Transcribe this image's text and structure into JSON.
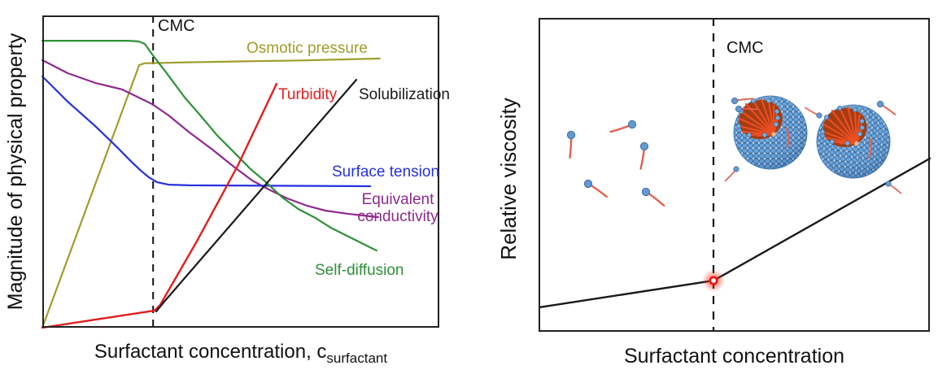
{
  "figure": {
    "left_panel": {
      "y_axis_label": "Magnitude of physical property",
      "x_axis_label_main": "Surfactant concentration, c",
      "x_axis_label_sub": "surfactant",
      "cmc_label": "CMC",
      "curve_labels": {
        "osmotic_pressure": "Osmotic pressure",
        "turbidity": "Turbidity",
        "solubilization": "Solubilization",
        "surface_tension": "Surface tension",
        "equivalent_line1": "Equivalent",
        "equivalent_line2": "conductivity",
        "self_diffusion": "Self-diffusion"
      }
    },
    "right_panel": {
      "y_axis_label": "Relative viscosity",
      "x_axis_label": "Surfactant concentration",
      "cmc_label": "CMC"
    },
    "colors": {
      "osmotic_pressure": "#9f9d2b",
      "turbidity": "#e01f1f",
      "solubilization": "#1a1a1a",
      "surface_tension": "#2530dd",
      "equivalent_conductivity": "#8e2a8e",
      "self_diffusion": "#2e9038",
      "viscosity_line": "#1a1a1a",
      "kink_marker": "#ee1111",
      "surfactant_head": "#639ad2",
      "surfactant_tail": "#e2604d",
      "micelle_core": "#a63c12"
    }
  },
  "chart_data": [
    {
      "id": "physical-properties",
      "type": "line",
      "title": "",
      "xlabel": "Surfactant concentration, c_surfactant",
      "ylabel": "Magnitude of physical property",
      "axes_unitless": true,
      "xlim": [
        0,
        1
      ],
      "ylim": [
        0,
        1
      ],
      "grid": false,
      "legend_position": "inline-labels",
      "cmc_x": 0.279,
      "annotations": [
        {
          "text": "CMC",
          "x": 0.279,
          "style": "dashed-vertical-line"
        }
      ],
      "series": [
        {
          "id": "osmotic-pressure",
          "name": "Osmotic pressure",
          "color": "#9f9d2b",
          "points": [
            [
              0,
              0
            ],
            [
              0.244,
              0.841
            ],
            [
              0.258,
              0.847
            ],
            [
              0.369,
              0.85
            ],
            [
              0.512,
              0.853
            ],
            [
              0.656,
              0.856
            ],
            [
              0.85,
              0.862
            ]
          ]
        },
        {
          "id": "equivalent-conductivity",
          "name": "Equivalent conductivity",
          "color": "#8e2a8e",
          "points": [
            [
              0,
              0.857
            ],
            [
              0.064,
              0.815
            ],
            [
              0.133,
              0.784
            ],
            [
              0.201,
              0.763
            ],
            [
              0.248,
              0.734
            ],
            [
              0.277,
              0.716
            ],
            [
              0.318,
              0.68
            ],
            [
              0.371,
              0.625
            ],
            [
              0.426,
              0.573
            ],
            [
              0.482,
              0.516
            ],
            [
              0.529,
              0.471
            ],
            [
              0.57,
              0.443
            ],
            [
              0.617,
              0.414
            ],
            [
              0.666,
              0.391
            ],
            [
              0.713,
              0.375
            ],
            [
              0.768,
              0.365
            ],
            [
              0.846,
              0.354
            ]
          ]
        },
        {
          "id": "surface-tension",
          "name": "Surface tension",
          "color": "#2530dd",
          "points": [
            [
              0,
              0.805
            ],
            [
              0.064,
              0.724
            ],
            [
              0.133,
              0.646
            ],
            [
              0.186,
              0.581
            ],
            [
              0.221,
              0.536
            ],
            [
              0.248,
              0.503
            ],
            [
              0.268,
              0.482
            ],
            [
              0.289,
              0.466
            ],
            [
              0.318,
              0.458
            ],
            [
              0.371,
              0.456
            ],
            [
              0.826,
              0.453
            ]
          ]
        },
        {
          "id": "self-diffusion",
          "name": "Self-diffusion",
          "color": "#2e9038",
          "points": [
            [
              0,
              0.919
            ],
            [
              0.215,
              0.919
            ],
            [
              0.242,
              0.917
            ],
            [
              0.258,
              0.909
            ],
            [
              0.277,
              0.875
            ],
            [
              0.318,
              0.807
            ],
            [
              0.359,
              0.737
            ],
            [
              0.4,
              0.677
            ],
            [
              0.441,
              0.615
            ],
            [
              0.482,
              0.563
            ],
            [
              0.523,
              0.51
            ],
            [
              0.559,
              0.471
            ],
            [
              0.605,
              0.417
            ],
            [
              0.645,
              0.38
            ],
            [
              0.687,
              0.352
            ],
            [
              0.727,
              0.32
            ],
            [
              0.768,
              0.294
            ],
            [
              0.809,
              0.268
            ],
            [
              0.842,
              0.247
            ]
          ]
        },
        {
          "id": "turbidity",
          "name": "Turbidity",
          "color": "#e01f1f",
          "points": [
            [
              0,
              0
            ],
            [
              0.283,
              0.055
            ],
            [
              0.297,
              0.073
            ],
            [
              0.389,
              0.276
            ],
            [
              0.492,
              0.518
            ],
            [
              0.59,
              0.781
            ]
          ]
        },
        {
          "id": "solubilization",
          "name": "Solubilization",
          "color": "#1a1a1a",
          "points": [
            [
              0.287,
              0.052
            ],
            [
              0.307,
              0.083
            ],
            [
              0.791,
              0.794
            ]
          ]
        }
      ]
    },
    {
      "id": "viscosity",
      "type": "line",
      "title": "",
      "xlabel": "Surfactant concentration",
      "ylabel": "Relative viscosity",
      "axes_unitless": true,
      "xlim": [
        0,
        1
      ],
      "ylim": [
        0,
        1
      ],
      "grid": false,
      "cmc_x": 0.447,
      "kink_point": [
        0.447,
        0.163
      ],
      "annotations": [
        {
          "text": "CMC",
          "x": 0.447,
          "style": "dashed-vertical-line"
        }
      ],
      "series": [
        {
          "id": "relative-viscosity",
          "name": "Relative viscosity",
          "color": "#1a1a1a",
          "points": [
            [
              0.002,
              0.078
            ],
            [
              0.447,
              0.163
            ],
            [
              1.0,
              0.552
            ]
          ]
        }
      ]
    }
  ]
}
